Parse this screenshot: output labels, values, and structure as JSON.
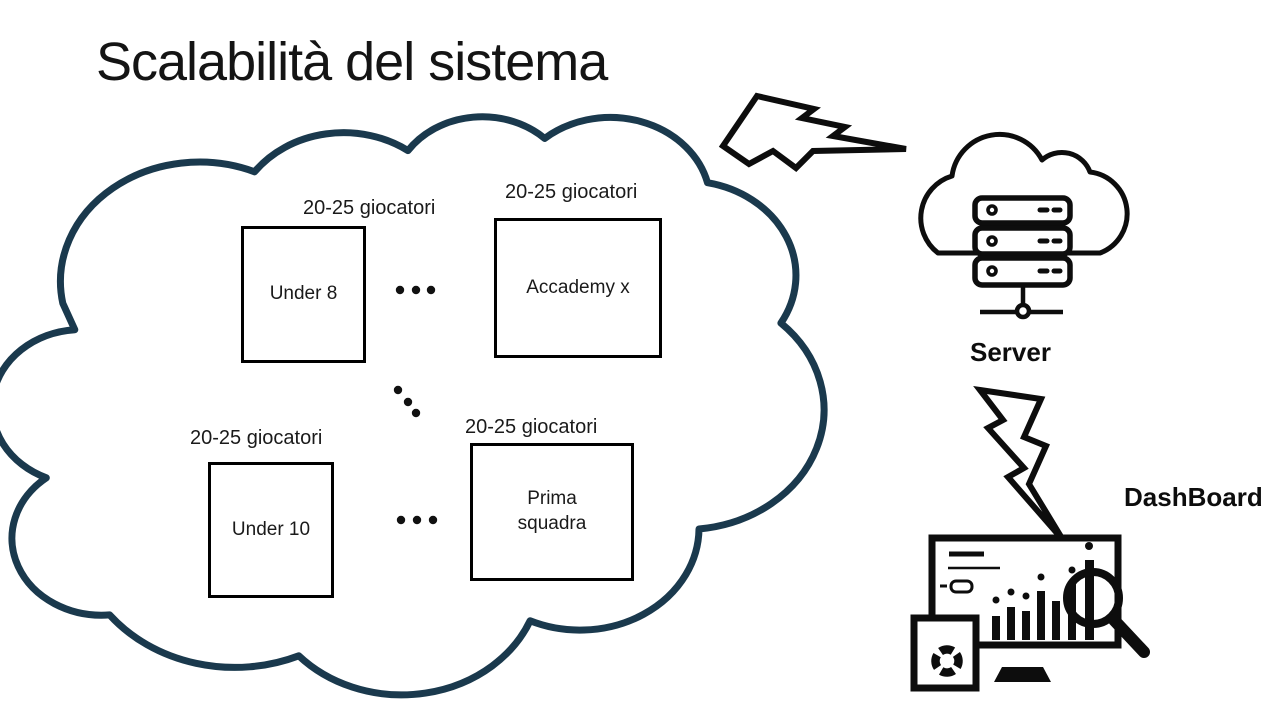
{
  "title": "Scalabilità del sistema",
  "cloud": {
    "teams": [
      {
        "name": "Under 8",
        "players_label": "20-25 giocatori"
      },
      {
        "name": "Accademy x",
        "players_label": "20-25 giocatori"
      },
      {
        "name": "Under 10",
        "players_label": "20-25 giocatori"
      },
      {
        "name": "Prima squadra",
        "players_label": "20-25 giocatori"
      }
    ]
  },
  "server": {
    "label": "Server"
  },
  "dashboard": {
    "label": "DashBoard"
  },
  "icons": {
    "cloud": "scalloped-cloud-outline",
    "lightning_top": "lightning-bolt",
    "lightning_right": "lightning-bolt",
    "server": "cloud-server-racks",
    "dashboard": "monitor-analytics-magnifier",
    "ellipsis_rows": "three-dots-horizontal",
    "ellipsis_diagonal": "three-dots-diagonal"
  },
  "colors": {
    "cloud_outline": "#1a394d",
    "ink": "#0d0d0d",
    "background": "#ffffff"
  }
}
